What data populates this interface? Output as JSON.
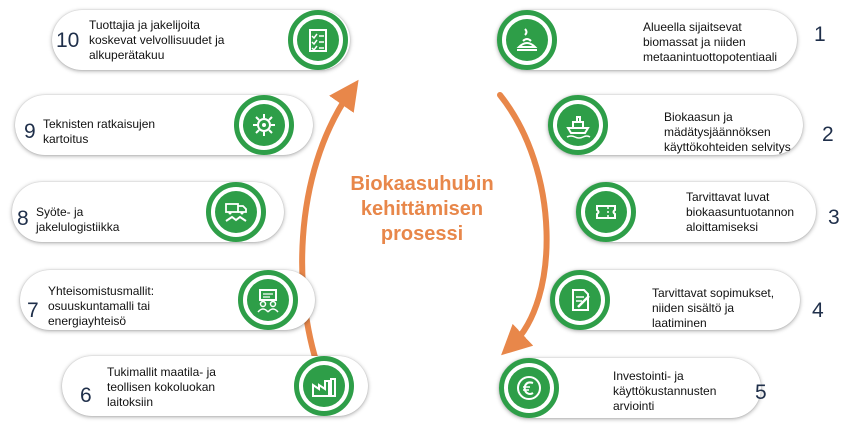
{
  "title": {
    "line1": "Biokaasuhubin",
    "line2": "kehittämisen",
    "line3": "prosessi"
  },
  "colors": {
    "green": "#2e9e48",
    "orange": "#e8874a",
    "number": "#1f2f4a"
  },
  "steps": [
    {
      "number": "1",
      "icon": "biomass-pile-icon",
      "lines": [
        "Alueella sijaitsevat",
        "biomassat ja niiden",
        "metaanintuottopotentiaali"
      ]
    },
    {
      "number": "2",
      "icon": "ship-icon",
      "lines": [
        "Biokaasun ja",
        "mädätysjäännöksen",
        "käyttökohteiden selvitys"
      ]
    },
    {
      "number": "3",
      "icon": "ticket-icon",
      "lines": [
        "Tarvittavat luvat",
        "biokaasuntuotannon",
        "aloittamiseksi"
      ]
    },
    {
      "number": "4",
      "icon": "contract-icon",
      "lines": [
        "Tarvittavat sopimukset,",
        "niiden sisältö ja",
        "laatiminen"
      ]
    },
    {
      "number": "5",
      "icon": "euro-icon",
      "lines": [
        "Investointi- ja",
        "käyttökustannusten",
        "arviointi"
      ]
    },
    {
      "number": "6",
      "icon": "factory-icon",
      "lines": [
        "Tukimallit maatila- ja",
        "teollisen kokoluokan",
        "laitoksiin"
      ]
    },
    {
      "number": "7",
      "icon": "meeting-icon",
      "lines": [
        "Yhteisomistusmallit:",
        "osuuskuntamalli tai",
        "energiayhteisö"
      ]
    },
    {
      "number": "8",
      "icon": "logistics-icon",
      "lines": [
        "Syöte- ja",
        "jakelulogistiikka"
      ]
    },
    {
      "number": "9",
      "icon": "tech-gear-icon",
      "lines": [
        "Teknisten ratkaisujen",
        "kartoitus"
      ]
    },
    {
      "number": "10",
      "icon": "checklist-icon",
      "lines": [
        "Tuottajia ja jakelijoita",
        "koskevat velvollisuudet ja",
        "alkuperätakuu"
      ]
    }
  ]
}
